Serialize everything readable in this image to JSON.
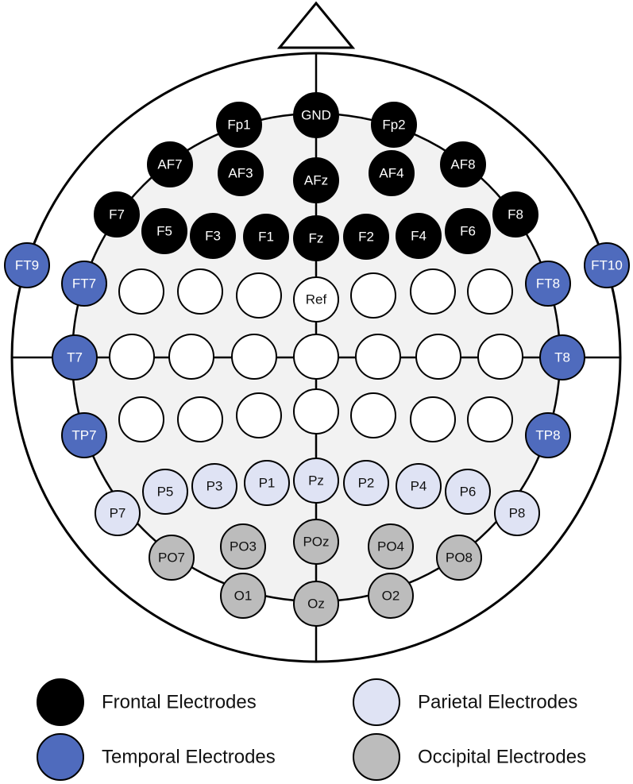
{
  "colors": {
    "frontal": "#000000",
    "temporal": "#4f6bbd",
    "parietal": "#dfe3f4",
    "occipital": "#bcbcbc",
    "unlabeled": "#ffffff",
    "scalp_fill": "#f2f2f2",
    "outline": "#000000"
  },
  "groups": {
    "frontal": {
      "text_color": "#ffffff"
    },
    "temporal": {
      "text_color": "#ffffff"
    },
    "parietal": {
      "text_color": "#111111"
    },
    "occipital": {
      "text_color": "#111111"
    },
    "unlabeled": {
      "text_color": "#111111"
    }
  },
  "electrodes": [
    {
      "label": "GND",
      "group": "frontal"
    },
    {
      "label": "Fp1",
      "group": "frontal"
    },
    {
      "label": "Fp2",
      "group": "frontal"
    },
    {
      "label": "AF7",
      "group": "frontal"
    },
    {
      "label": "AF3",
      "group": "frontal"
    },
    {
      "label": "AFz",
      "group": "frontal"
    },
    {
      "label": "AF4",
      "group": "frontal"
    },
    {
      "label": "AF8",
      "group": "frontal"
    },
    {
      "label": "F7",
      "group": "frontal"
    },
    {
      "label": "F8",
      "group": "frontal"
    },
    {
      "label": "F5",
      "group": "frontal"
    },
    {
      "label": "F3",
      "group": "frontal"
    },
    {
      "label": "F1",
      "group": "frontal"
    },
    {
      "label": "Fz",
      "group": "frontal"
    },
    {
      "label": "F2",
      "group": "frontal"
    },
    {
      "label": "F4",
      "group": "frontal"
    },
    {
      "label": "F6",
      "group": "frontal"
    },
    {
      "label": "FT9",
      "group": "temporal"
    },
    {
      "label": "FT10",
      "group": "temporal"
    },
    {
      "label": "FT7",
      "group": "temporal"
    },
    {
      "label": "FT8",
      "group": "temporal"
    },
    {
      "label": "T7",
      "group": "temporal"
    },
    {
      "label": "T8",
      "group": "temporal"
    },
    {
      "label": "TP7",
      "group": "temporal"
    },
    {
      "label": "TP8",
      "group": "temporal"
    },
    {
      "label": "",
      "group": "unlabeled"
    },
    {
      "label": "",
      "group": "unlabeled"
    },
    {
      "label": "",
      "group": "unlabeled"
    },
    {
      "label": "Ref",
      "group": "unlabeled"
    },
    {
      "label": "",
      "group": "unlabeled"
    },
    {
      "label": "",
      "group": "unlabeled"
    },
    {
      "label": "",
      "group": "unlabeled"
    },
    {
      "label": "",
      "group": "unlabeled"
    },
    {
      "label": "",
      "group": "unlabeled"
    },
    {
      "label": "",
      "group": "unlabeled"
    },
    {
      "label": "",
      "group": "unlabeled"
    },
    {
      "label": "",
      "group": "unlabeled"
    },
    {
      "label": "",
      "group": "unlabeled"
    },
    {
      "label": "",
      "group": "unlabeled"
    },
    {
      "label": "",
      "group": "unlabeled"
    },
    {
      "label": "",
      "group": "unlabeled"
    },
    {
      "label": "",
      "group": "unlabeled"
    },
    {
      "label": "",
      "group": "unlabeled"
    },
    {
      "label": "",
      "group": "unlabeled"
    },
    {
      "label": "",
      "group": "unlabeled"
    },
    {
      "label": "",
      "group": "unlabeled"
    },
    {
      "label": "P7",
      "group": "parietal"
    },
    {
      "label": "P5",
      "group": "parietal"
    },
    {
      "label": "P3",
      "group": "parietal"
    },
    {
      "label": "P1",
      "group": "parietal"
    },
    {
      "label": "Pz",
      "group": "parietal"
    },
    {
      "label": "P2",
      "group": "parietal"
    },
    {
      "label": "P4",
      "group": "parietal"
    },
    {
      "label": "P6",
      "group": "parietal"
    },
    {
      "label": "P8",
      "group": "parietal"
    },
    {
      "label": "PO7",
      "group": "occipital"
    },
    {
      "label": "PO3",
      "group": "occipital"
    },
    {
      "label": "POz",
      "group": "occipital"
    },
    {
      "label": "PO4",
      "group": "occipital"
    },
    {
      "label": "PO8",
      "group": "occipital"
    },
    {
      "label": "O1",
      "group": "occipital"
    },
    {
      "label": "Oz",
      "group": "occipital"
    },
    {
      "label": "O2",
      "group": "occipital"
    }
  ],
  "legend": [
    {
      "label": "Frontal Electrodes",
      "group": "frontal"
    },
    {
      "label": "Parietal Electrodes",
      "group": "parietal"
    },
    {
      "label": "Temporal Electrodes",
      "group": "temporal"
    },
    {
      "label": "Occipital Electrodes",
      "group": "occipital"
    }
  ]
}
